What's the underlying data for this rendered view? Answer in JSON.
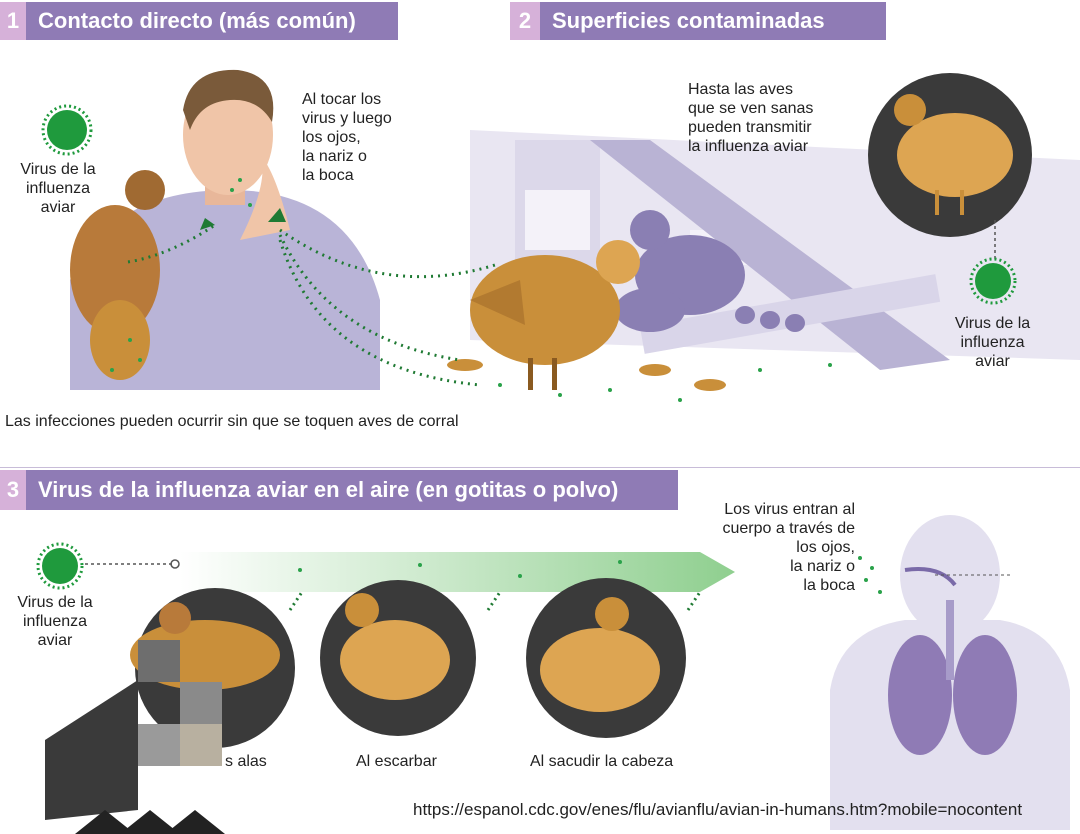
{
  "section1": {
    "number": "1",
    "title": "Contacto directo (más común)",
    "virus_label": [
      "Virus de la",
      "influenza",
      "aviar"
    ],
    "touch_label": [
      "Al tocar los",
      "virus y luego",
      "los ojos,",
      "la nariz o",
      "la boca"
    ],
    "footnote": "Las infecciones pueden ocurrir sin que se toquen aves de corral"
  },
  "section2": {
    "number": "2",
    "title": "Superficies contaminadas",
    "healthy_birds_label": [
      "Hasta las aves",
      "que se ven sanas",
      "pueden transmitir",
      "la influenza aviar"
    ],
    "virus_label": [
      "Virus de la",
      "influenza",
      "aviar"
    ]
  },
  "section3": {
    "number": "3",
    "title": "Virus de la influenza aviar en el aire (en gotitas o polvo)",
    "virus_label": [
      "Virus de la",
      "influenza",
      "aviar"
    ],
    "entry_label": [
      "Los virus entran al",
      "cuerpo a través de",
      "los ojos,",
      "la nariz o",
      "la boca"
    ],
    "captions": [
      "s alas",
      "Al escarbar",
      "Al sacudir la cabeza"
    ]
  },
  "source_url": "https://espanol.cdc.gov/enes/flu/avianflu/avian-in-humans.htm?mobile=nocontent",
  "colors": {
    "header_bar": "#8f7bb5",
    "header_number": "#d6b1d9",
    "virus_green": "#1f9a3d",
    "lavender": "#c9c4e0",
    "chicken": "#c98f3a"
  }
}
